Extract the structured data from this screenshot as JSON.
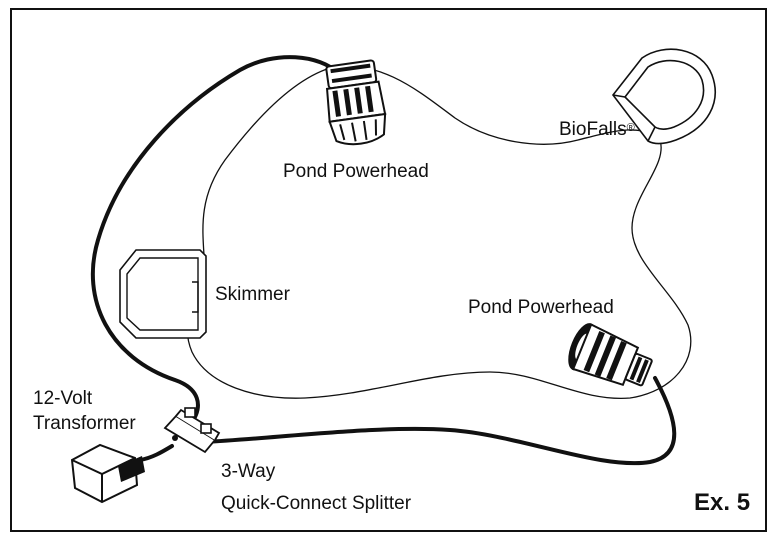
{
  "labels": {
    "powerhead_top": "Pond Powerhead",
    "biofalls": "BioFalls",
    "biofalls_mark": "®",
    "skimmer": "Skimmer",
    "powerhead_right": "Pond Powerhead",
    "transformer_line1": "12-Volt",
    "transformer_line2": "Transformer",
    "splitter_line1": "3-Way",
    "splitter_line2": "Quick-Connect Splitter",
    "example_tag": "Ex. 5"
  },
  "colors": {
    "ink": "#111111",
    "background": "#ffffff"
  },
  "icons": {
    "powerhead": "pond-powerhead-icon",
    "biofalls": "biofalls-unit-icon",
    "skimmer": "skimmer-box-icon",
    "transformer": "transformer-icon",
    "splitter": "splitter-icon"
  }
}
